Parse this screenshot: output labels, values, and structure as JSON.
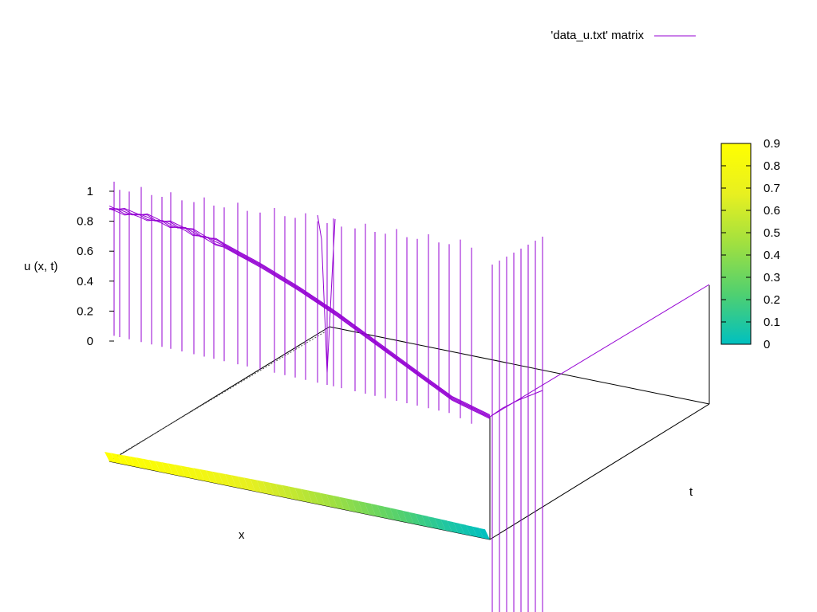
{
  "chart_data": {
    "type": "surface",
    "title": "",
    "xlabel": "x",
    "ylabel": "t",
    "zlabel": "u (x, t)",
    "zlim": [
      0,
      1
    ],
    "z_ticks": [
      "0",
      "0.2",
      "0.4",
      "0.6",
      "0.8",
      "1"
    ],
    "legend": {
      "entry": "'data_u.txt' matrix",
      "position": "top-right",
      "color": "#9400d3"
    },
    "colorbar": {
      "ticks": [
        "0",
        "0.1",
        "0.2",
        "0.3",
        "0.4",
        "0.5",
        "0.6",
        "0.7",
        "0.8",
        "0.9"
      ],
      "range": [
        0,
        0.9
      ],
      "palette": [
        "#00c0c0",
        "#50d070",
        "#a0e040",
        "#e8f020",
        "#ffff00"
      ]
    },
    "grid": false,
    "surface_profile": {
      "x": [
        0,
        0.1,
        0.2,
        0.3,
        0.4,
        0.5,
        0.6,
        0.7,
        0.8,
        0.9,
        1.0
      ],
      "u": [
        0.9,
        0.86,
        0.81,
        0.74,
        0.65,
        0.55,
        0.44,
        0.32,
        0.2,
        0.08,
        0.0
      ]
    }
  }
}
